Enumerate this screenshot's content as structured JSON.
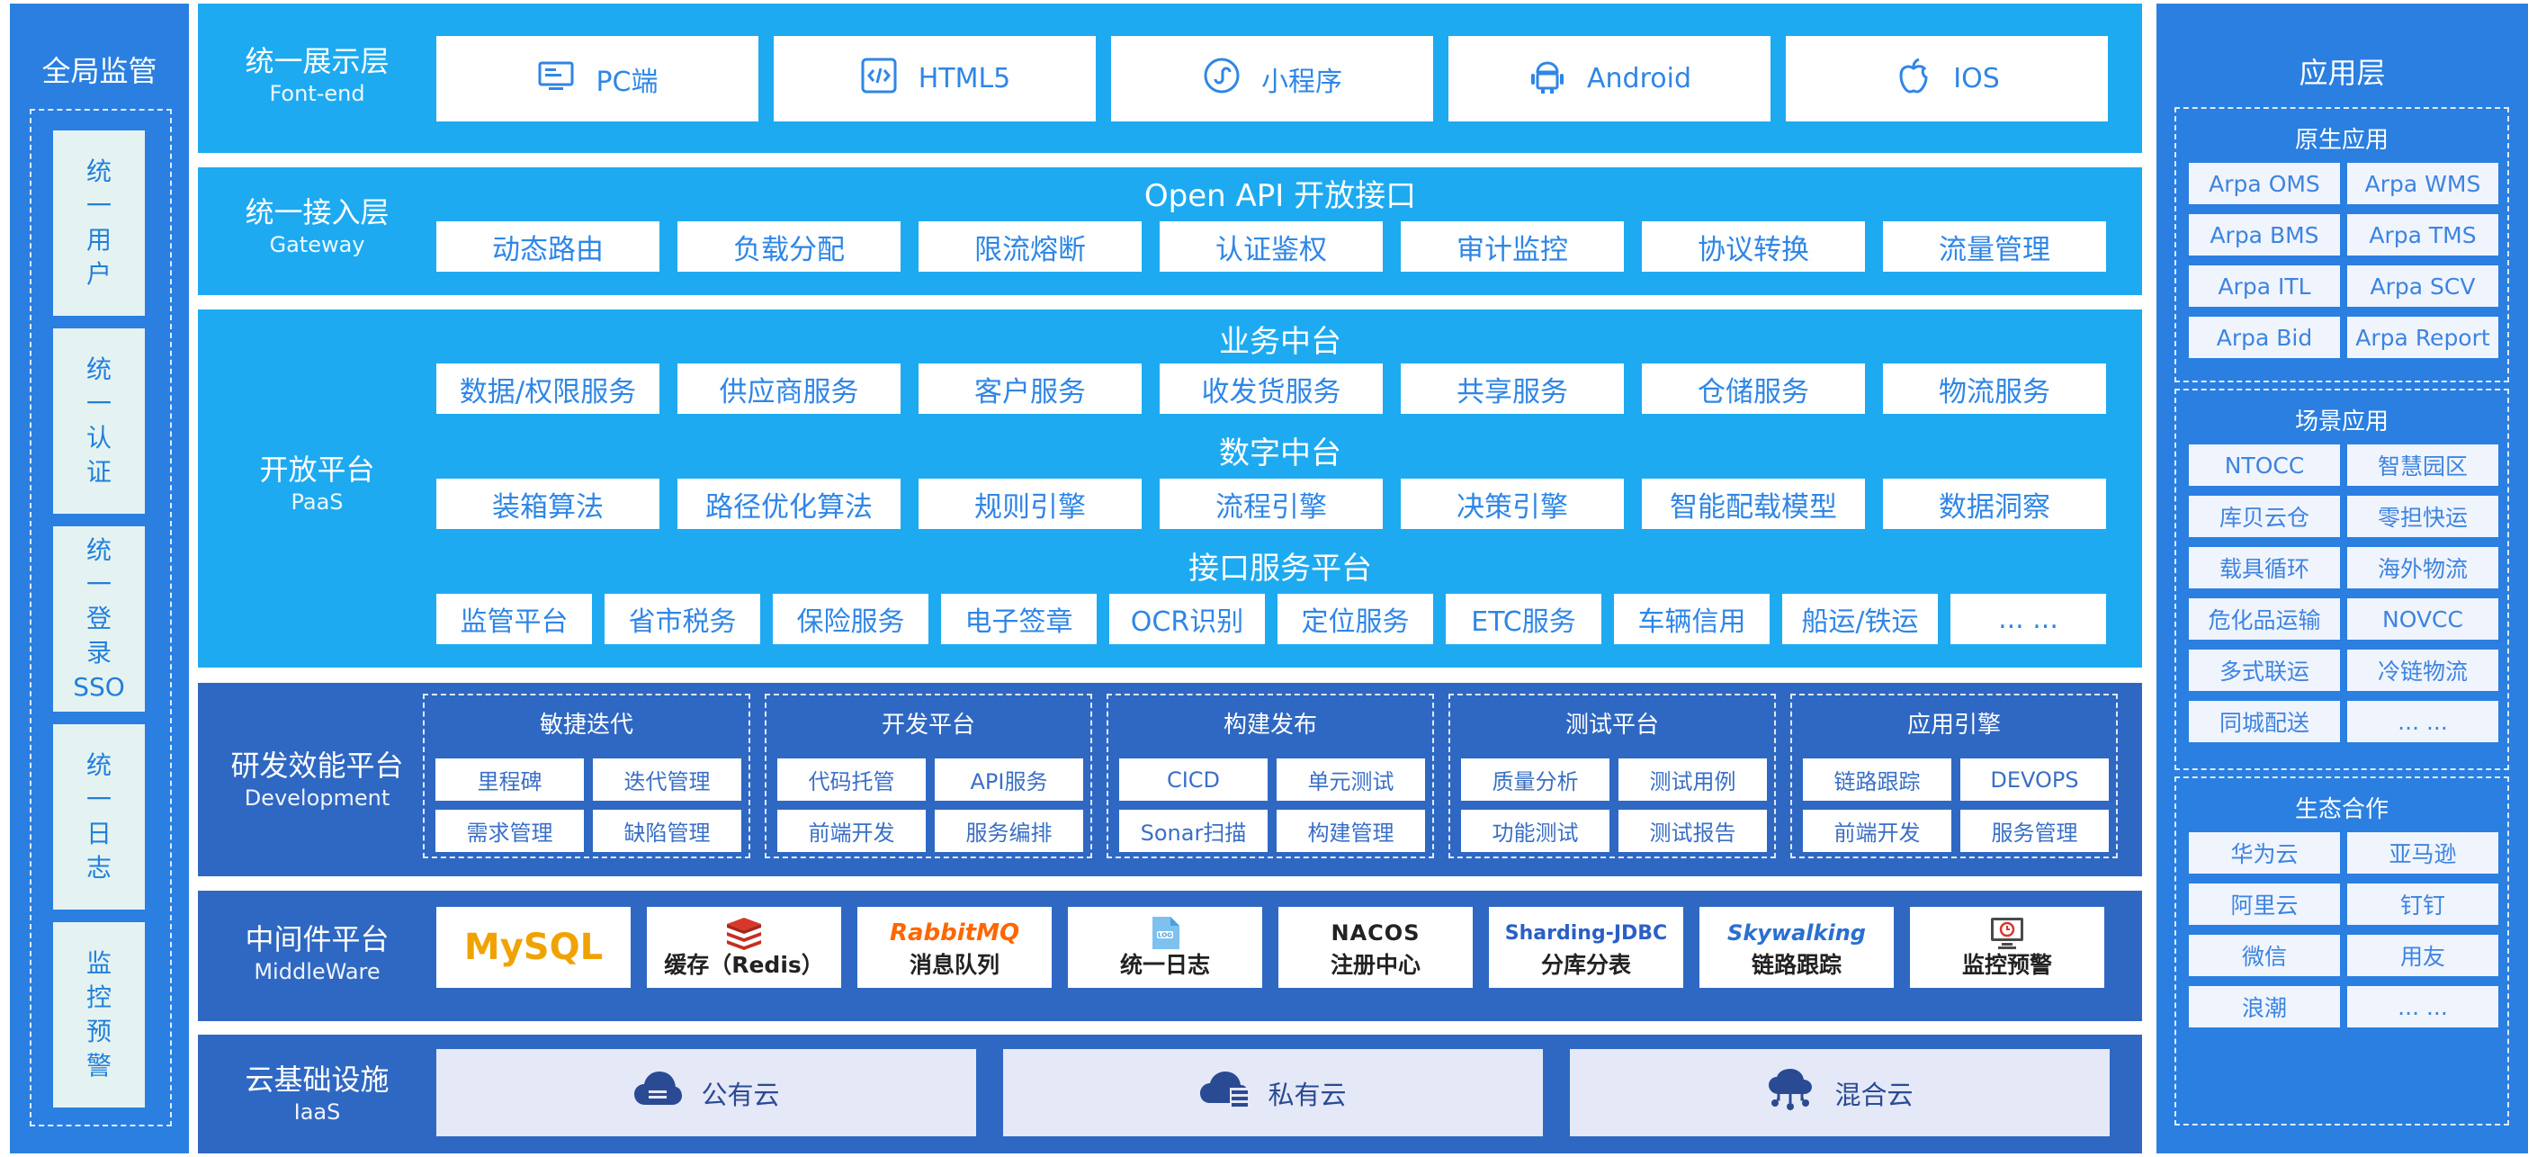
{
  "colors": {
    "left_blue": "#2a7fe1",
    "band_light": "#1eaaf1",
    "band_dark": "#2f68c2",
    "card_text": "#2f86e6"
  },
  "left": {
    "title": "全局监管",
    "items": [
      "统\n一\n用\n户",
      "统\n一\n认\n证",
      "统\n一\n登\n录\nSSO",
      "统\n一\n日\n志",
      "监\n控\n预\n警"
    ]
  },
  "frontend": {
    "title": "统一展示层",
    "subtitle": "Font-end",
    "items": [
      {
        "label": "PC端",
        "icon": "monitor-icon"
      },
      {
        "label": "HTML5",
        "icon": "code-icon"
      },
      {
        "label": "小程序",
        "icon": "miniprogram-icon"
      },
      {
        "label": "Android",
        "icon": "android-icon"
      },
      {
        "label": "IOS",
        "icon": "apple-icon"
      }
    ]
  },
  "gateway": {
    "title": "统一接入层",
    "subtitle": "Gateway",
    "header": "Open API 开放接口",
    "items": [
      "动态路由",
      "负载分配",
      "限流熔断",
      "认证鉴权",
      "审计监控",
      "协议转换",
      "流量管理"
    ]
  },
  "paas": {
    "title": "开放平台",
    "subtitle": "PaaS",
    "business": {
      "header": "业务中台",
      "items": [
        "数据/权限服务",
        "供应商服务",
        "客户服务",
        "收发货服务",
        "共享服务",
        "仓储服务",
        "物流服务"
      ]
    },
    "digital": {
      "header": "数字中台",
      "items": [
        "装箱算法",
        "路径优化算法",
        "规则引擎",
        "流程引擎",
        "决策引擎",
        "智能配载模型",
        "数据洞察"
      ]
    },
    "interface": {
      "header": "接口服务平台",
      "items": [
        "监管平台",
        "省市税务",
        "保险服务",
        "电子签章",
        "OCR识别",
        "定位服务",
        "ETC服务",
        "车辆信用",
        "船运/铁运",
        "... ..."
      ]
    }
  },
  "dev": {
    "title": "研发效能平台",
    "subtitle": "Development",
    "groups": [
      {
        "title": "敏捷迭代",
        "items": [
          "里程碑",
          "迭代管理",
          "需求管理",
          "缺陷管理"
        ]
      },
      {
        "title": "开发平台",
        "items": [
          "代码托管",
          "API服务",
          "前端开发",
          "服务编排"
        ]
      },
      {
        "title": "构建发布",
        "items": [
          "CICD",
          "单元测试",
          "Sonar扫描",
          "构建管理"
        ]
      },
      {
        "title": "测试平台",
        "items": [
          "质量分析",
          "测试用例",
          "功能测试",
          "测试报告"
        ]
      },
      {
        "title": "应用引擎",
        "items": [
          "链路跟踪",
          "DEVOPS",
          "前端开发",
          "服务管理"
        ]
      }
    ]
  },
  "middleware": {
    "title": "中间件平台",
    "subtitle": "MiddleWare",
    "items": [
      {
        "logo": "MySQL",
        "label": ""
      },
      {
        "logo": "",
        "label": "缓存（Redis）"
      },
      {
        "logo": "RabbitMQ",
        "label": "消息队列"
      },
      {
        "logo": "",
        "label": "统一日志"
      },
      {
        "logo": "NACOS",
        "label": "注册中心"
      },
      {
        "logo": "Sharding-JDBC",
        "label": "分库分表"
      },
      {
        "logo": "Skywalking",
        "label": "链路跟踪"
      },
      {
        "logo": "",
        "label": "监控预警"
      }
    ]
  },
  "iaas": {
    "title": "云基础设施",
    "subtitle": "IaaS",
    "items": [
      {
        "label": "公有云",
        "icon": "public-cloud-icon"
      },
      {
        "label": "私有云",
        "icon": "private-cloud-icon"
      },
      {
        "label": "混合云",
        "icon": "hybrid-cloud-icon"
      }
    ]
  },
  "right": {
    "title": "应用层",
    "groups": [
      {
        "title": "原生应用",
        "items": [
          "Arpa OMS",
          "Arpa WMS",
          "Arpa BMS",
          "Arpa TMS",
          "Arpa ITL",
          "Arpa SCV",
          "Arpa Bid",
          "Arpa Report"
        ]
      },
      {
        "title": "场景应用",
        "items": [
          "NTOCC",
          "智慧园区",
          "库贝云仓",
          "零担快运",
          "载具循环",
          "海外物流",
          "危化品运输",
          "NOVCC",
          "多式联运",
          "冷链物流",
          "同城配送",
          "... ..."
        ]
      },
      {
        "title": "生态合作",
        "items": [
          "华为云",
          "亚马逊",
          "阿里云",
          "钉钉",
          "微信",
          "用友",
          "浪潮",
          "... ..."
        ]
      }
    ]
  }
}
